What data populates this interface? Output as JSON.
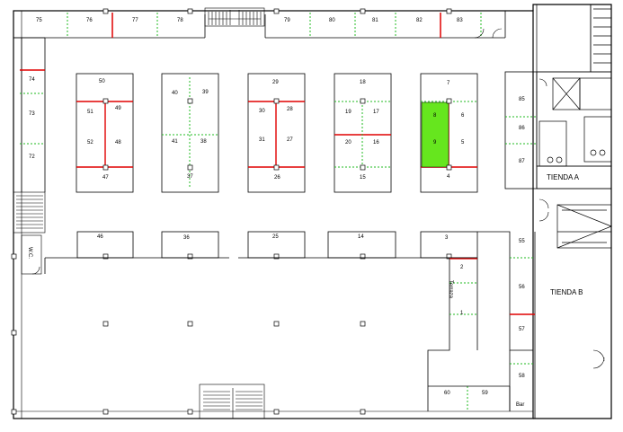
{
  "colors": {
    "wall": "#000000",
    "red_divider": "#e00000",
    "green_divider": "#22bb22",
    "highlight": "#66e61e"
  },
  "rooms": {
    "tienda_a": "TIENDA A",
    "tienda_b": "TIENDA B",
    "bar": "Bar",
    "terraza": "Terraza",
    "wc": "W.C."
  },
  "stalls": {
    "s1": "1",
    "s2": "2",
    "s3": "3",
    "s4": "4",
    "s5": "5",
    "s6": "6",
    "s7": "7",
    "s8": "8",
    "s9": "9",
    "s14": "14",
    "s15": "15",
    "s16": "16",
    "s17": "17",
    "s18": "18",
    "s19": "19",
    "s20": "20",
    "s25": "25",
    "s26": "26",
    "s27": "27",
    "s28": "28",
    "s29": "29",
    "s30": "30",
    "s31": "31",
    "s36": "36",
    "s37": "37",
    "s38": "38",
    "s39": "39",
    "s40": "40",
    "s41": "41",
    "s46": "46",
    "s47": "47",
    "s48": "48",
    "s49": "49",
    "s50": "50",
    "s51": "51",
    "s52": "52",
    "s55": "55",
    "s56": "56",
    "s57": "57",
    "s58": "58",
    "s59": "59",
    "s60": "60",
    "s72": "72",
    "s73": "73",
    "s74": "74",
    "s75": "75",
    "s76": "76",
    "s77": "77",
    "s78": "78",
    "s79": "79",
    "s80": "80",
    "s81": "81",
    "s82": "82",
    "s83": "83",
    "s85": "85",
    "s86": "86",
    "s87": "87"
  },
  "highlighted_stall": "8"
}
